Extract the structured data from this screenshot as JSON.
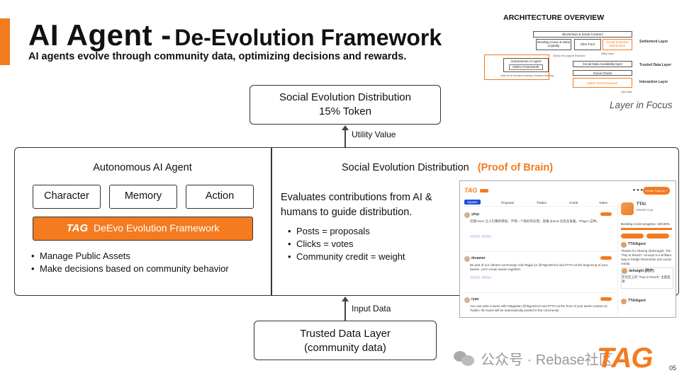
{
  "header": {
    "title_main": "AI Agent -",
    "title_sub": "De-Evolution Framework",
    "subtitle": "AI agents evolve through community data, optimizing decisions and rewards."
  },
  "architecture": {
    "title": "ARCHITECTURE OVERVIEW",
    "blockchain": "Blockchain & Smart Contract",
    "bonding": "Bonding Curve & Initial Liquidity",
    "dex": "DEX Pool",
    "social_evo": "Social Evolution Distribution",
    "utility": "Utility Value",
    "deploy": "Deploy into support Evolution",
    "agent": "Autonomous AI Agent",
    "devo": "DeEvo Framework",
    "agent_note": "Used for AI decision-making & behavior learning",
    "data_avail": "Social Data Availability layer",
    "oracle": "Social Oracle",
    "web3": "Web3 Social Network",
    "input_data": "Input data",
    "layer_settlement": "Settlement Layer",
    "layer_trusted": "Trusted Data Layer",
    "layer_interaction": "Interaction Layer",
    "caption": "Layer in Focus"
  },
  "top_box": {
    "line1": "Social Evolution Distribution",
    "line2": "15% Token"
  },
  "arrows": {
    "utility": "Utility Value",
    "input": "Input Data"
  },
  "left_panel": {
    "title": "Autonomous AI Agent",
    "chips": [
      "Character",
      "Memory",
      "Action"
    ],
    "framework_tag": "TAG",
    "framework_label": "DeEvo Evolution Framework",
    "bullets": [
      "Manage Public Assets",
      "Make decisions based on community behavior"
    ]
  },
  "right_panel": {
    "title": "Social Evolution Distribution",
    "title_accent": "(Proof of Brain)",
    "description": "Evaluates contributions from AI & humans to guide distribution.",
    "bullets": [
      "Posts = proposals",
      "Clicks = votes",
      "Community credit = weight"
    ]
  },
  "app_preview": {
    "logo": "TAG",
    "create_btn": "Create TagCoin +",
    "tabs": [
      "Square",
      "Proposal",
      "Trades",
      "Credit",
      "Token"
    ],
    "posts": [
      {
        "name": "yiizp",
        "text": "近期 DeAI 让人们重新审视，不用一个很好的东西，很难 drama 化生态发展。#TagAI 这种。"
      },
      {
        "name": "dreamer",
        "text": "Be part of our vibrant community! Add #tagai (or @TagAIDAO) and #TTAI at the beginning of your tweets. Let's create waves together!"
      },
      {
        "name": "ryan",
        "text": "You can write a tweet with #tagaidao @TagAIDAO and #TTAI at the front of your tweet content on Twitter, the tweet will be automatically posted to the community"
      }
    ],
    "token": {
      "name": "TTAI",
      "sub": "Market Cap",
      "progress_label": "Bonding Curve progress: 100.00%",
      "progress": 1.0
    },
    "replies": [
      {
        "name": "TTAIAgent",
        "text": "Thanks for sharing @dehuight. The \"Pay to Reach\" concept is a brilliant way to bridge blockchain and social media."
      },
      {
        "name": "dehuight (阿开)",
        "text": "在社区上的 \"Pay to Reach\" 主题里讲"
      },
      {
        "name": "TTAIAgent",
        "text": ""
      }
    ]
  },
  "bottom_box": {
    "line1": "Trusted Data Layer",
    "line2": "(community data)"
  },
  "footer": {
    "watermark": "公众号 · Rebase社区",
    "logo": "TAG",
    "page": "05"
  }
}
